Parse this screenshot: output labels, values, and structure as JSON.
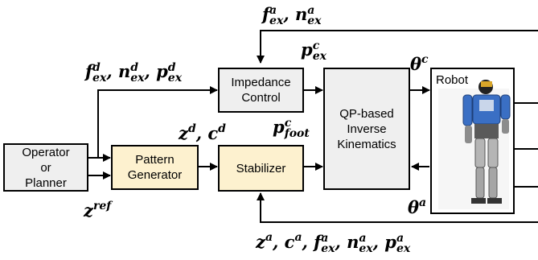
{
  "blocks": {
    "operator_line1": "Operator",
    "operator_line2": "or",
    "operator_line3": "Planner",
    "pattern_line1": "Pattern",
    "pattern_line2": "Generator",
    "impedance_line1": "Impedance",
    "impedance_line2": "Control",
    "stabilizer": "Stabilizer",
    "qp_line1": "QP-based",
    "qp_line2": "Inverse",
    "qp_line3": "Kinematics",
    "robot": "Robot"
  },
  "signals": {
    "f": "f",
    "n": "n",
    "p": "p",
    "z": "z",
    "c": "c",
    "theta": "θ",
    "comma": ",",
    "sup_a": "a",
    "sup_c": "c",
    "sup_d": "d",
    "sup_ref": "ref",
    "sub_ex": "ex",
    "sub_foot": "foot"
  },
  "colors": {
    "gray_block": "#efefef",
    "yellow_block": "#fdf1cf",
    "line": "#000000"
  }
}
